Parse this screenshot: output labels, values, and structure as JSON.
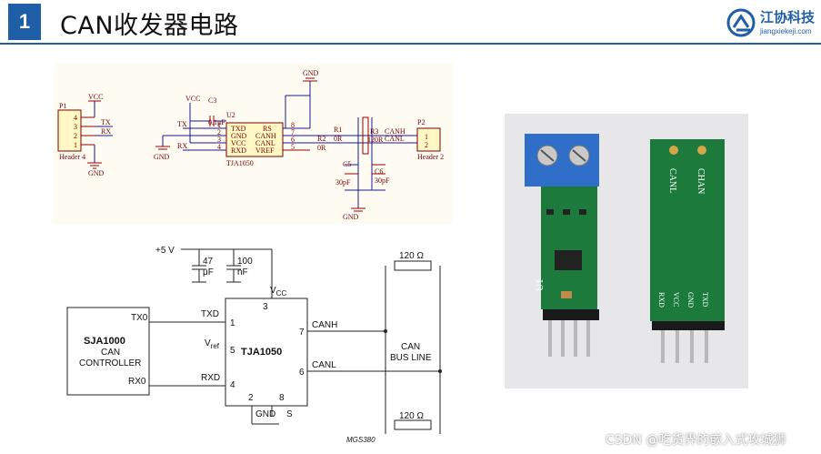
{
  "header": {
    "number": "1",
    "title": "CAN收发器电路",
    "logo_cn": "江协科技",
    "logo_en": "jiangxiekeji.com"
  },
  "schematic_top": {
    "p1": {
      "ref": "P1",
      "name": "Header 4",
      "pins": [
        "4",
        "3",
        "2",
        "1"
      ],
      "vcc": "VCC",
      "gnd": "GND",
      "tx": "TX",
      "rx": "RX"
    },
    "u2": {
      "ref": "U2",
      "part": "TJA1050",
      "left_pins": [
        "TXD",
        "GND",
        "VCC",
        "RXD"
      ],
      "left_nums": [
        "1",
        "2",
        "3",
        "4"
      ],
      "right_pins": [
        "RS",
        "CANH",
        "CANL",
        "VREF"
      ],
      "right_nums": [
        "8",
        "7",
        "6",
        "5"
      ],
      "vcc": "VCC",
      "gnd": "GND",
      "tx": "TX",
      "rx": "RX"
    },
    "c3": {
      "ref": "C3",
      "value": "0.1μF"
    },
    "r1": {
      "ref": "R1",
      "value": "0R"
    },
    "r2": {
      "ref": "R2",
      "value": "0R"
    },
    "r3": {
      "ref": "R3",
      "value": "120R"
    },
    "c5": {
      "ref": "C5",
      "value": "30pF"
    },
    "c6": {
      "ref": "C6",
      "value": "30pF"
    },
    "gnd_top": "GND",
    "gnd_bottom": "GND",
    "p2": {
      "ref": "P2",
      "name": "Header 2",
      "pins": [
        "1",
        "2"
      ],
      "canh": "CANH",
      "canl": "CANL"
    }
  },
  "schematic_bottom": {
    "supply": "+5 V",
    "cap1": {
      "value": "47",
      "unit": "μF"
    },
    "cap2": {
      "value": "100",
      "unit": "nF"
    },
    "controller": {
      "name": "SJA1000",
      "line1": "CAN",
      "line2": "CONTROLLER",
      "tx": "TX0",
      "rx": "RX0"
    },
    "chip": {
      "name": "TJA1050",
      "txd": "TXD",
      "rxd": "RXD",
      "vref": "V",
      "vref_sub": "ref",
      "vcc": "V",
      "vcc_sub": "CC",
      "gnd": "GND",
      "s": "S",
      "canh": "CANH",
      "canl": "CANL",
      "pin1": "1",
      "pin2": "2",
      "pin3": "3",
      "pin4": "4",
      "pin5": "5",
      "pin6": "6",
      "pin7": "7",
      "pin8": "8"
    },
    "bus": {
      "line1": "CAN",
      "line2": "BUS LINE",
      "r_top": "120 Ω",
      "r_bottom": "120 Ω"
    },
    "code": "MGS380"
  },
  "photo": {
    "silk_u1": "U1",
    "silk_canl": "CANL",
    "silk_chan": "CHAN",
    "silk_pins": [
      "RXD",
      "VCC",
      "GND",
      "TXD"
    ]
  },
  "watermark": "CSDN @吃货界的嵌入式攻城狮"
}
